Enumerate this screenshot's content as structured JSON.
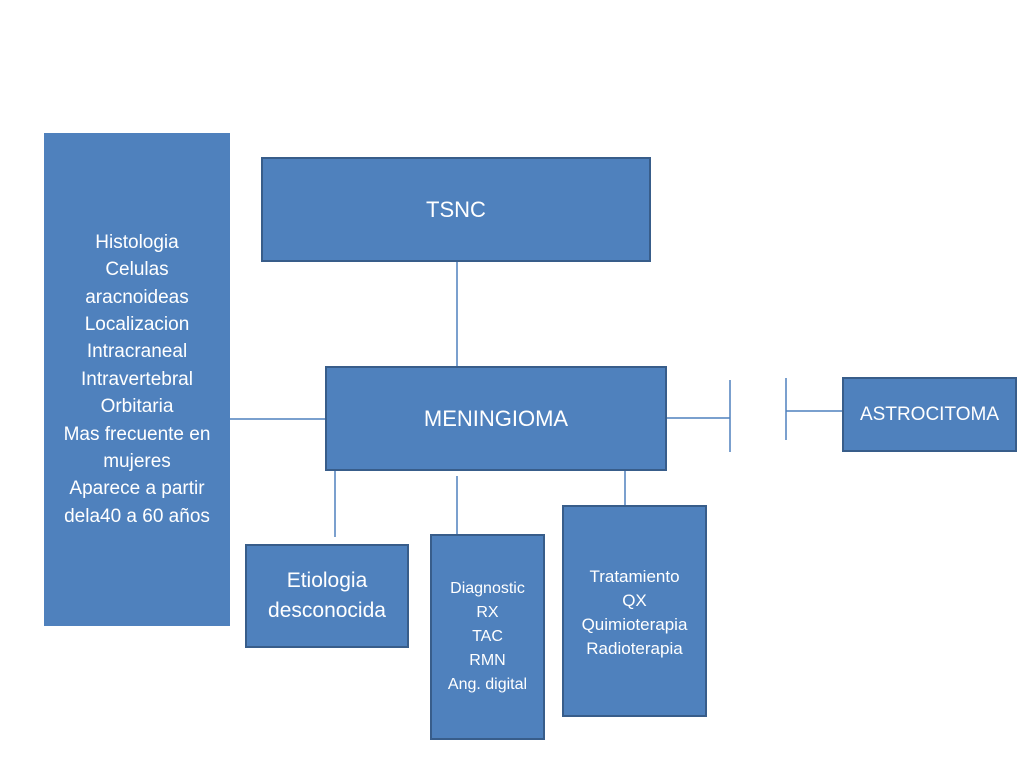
{
  "colors": {
    "box_fill": "#4f81bd",
    "box_border": "#385d8a",
    "connector": "#4f81bd",
    "text": "#ffffff"
  },
  "histology": {
    "lines": [
      "Histologia",
      "Celulas",
      "aracnoideas",
      "Localizacion",
      "Intracraneal",
      "Intravertebral",
      "Orbitaria",
      "Mas frecuente en",
      "mujeres",
      "Aparece a partir",
      "dela40 a 60 años"
    ]
  },
  "tsnc": {
    "label": "TSNC"
  },
  "meningioma": {
    "label": "MENINGIOMA"
  },
  "astrocitoma": {
    "label": "ASTROCITOMA"
  },
  "etiologia": {
    "lines": [
      "Etiologia",
      "desconocida"
    ]
  },
  "diagnostic": {
    "lines": [
      "Diagnostic",
      "RX",
      "TAC",
      "RMN",
      "Ang. digital"
    ]
  },
  "tratamiento": {
    "lines": [
      "Tratamiento",
      "QX",
      "Quimioterapia",
      "Radioterapia"
    ]
  }
}
